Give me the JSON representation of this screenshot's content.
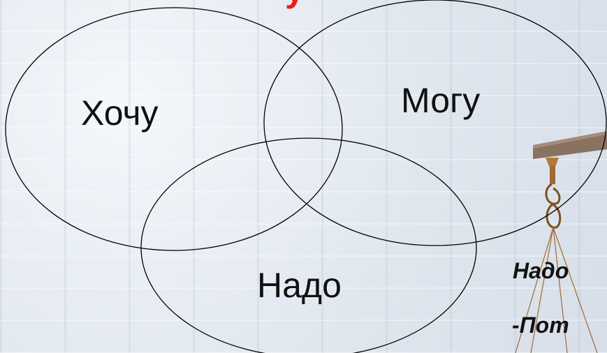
{
  "title_fragment": "у",
  "labels": {
    "want": "Хочу",
    "can": "Могу",
    "need": "Надо"
  },
  "side_text": {
    "line1": "Надо",
    "line2": "-Пот"
  },
  "colors": {
    "title": "#ee1c1c",
    "circle_stroke": "#000000",
    "scale_beam": "#8a7260",
    "scale_hook": "#b07a3a"
  }
}
